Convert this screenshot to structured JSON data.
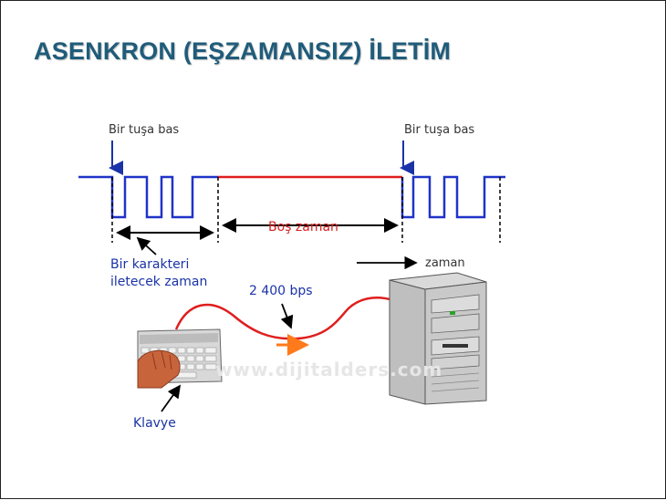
{
  "slide": {
    "title": "ASENKRON (EŞZAMANSIZ) İLETİM"
  },
  "labels": {
    "key_press_left": "Bir tuşa bas",
    "key_press_right": "Bir tuşa bas",
    "idle_time": "Boş zaman",
    "time": "zaman",
    "char_time_line1": "Bir karakteri",
    "char_time_line2": "iletecek zaman",
    "bit_rate": "2 400 bps",
    "keyboard": "Klavye"
  },
  "watermark": "www.dijitalders.com",
  "colors": {
    "title": "#1f5c7a",
    "signal": "#1f33c8",
    "idle_line": "#e01e1e",
    "arrows": "#000000",
    "cable": "#e01e1e",
    "direction_arrow": "#ff7a1a"
  }
}
